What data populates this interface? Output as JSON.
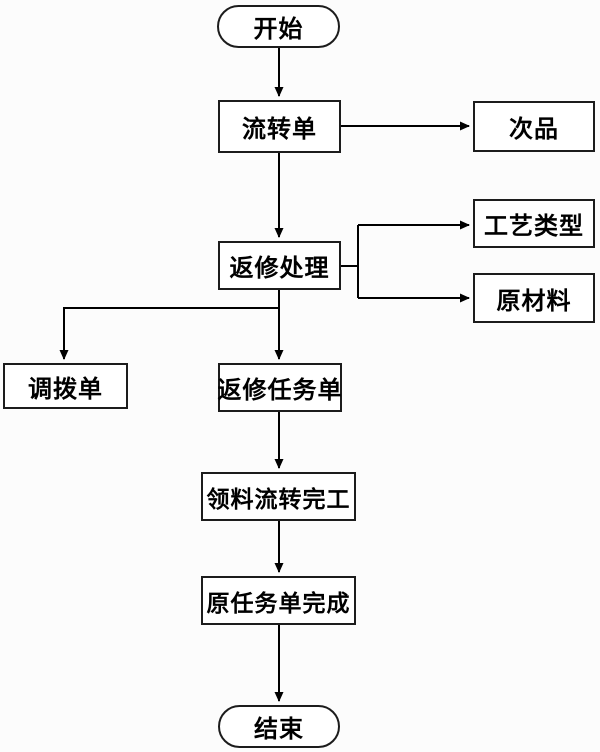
{
  "flowchart": {
    "background_color": "#fcfcfc",
    "node_fill_color": "#ffffff",
    "node_border_color": "#1c1c1c",
    "line_color": "#000000",
    "text_color": "#000000",
    "nodes": [
      {
        "id": "start",
        "label": "开始",
        "shape": "terminator"
      },
      {
        "id": "transfer-order",
        "label": "流转单",
        "shape": "process"
      },
      {
        "id": "defective-product",
        "label": "次品",
        "shape": "process"
      },
      {
        "id": "rework-processing",
        "label": "返修处理",
        "shape": "process"
      },
      {
        "id": "process-type",
        "label": "工艺类型",
        "shape": "process"
      },
      {
        "id": "raw-material",
        "label": "原材料",
        "shape": "process"
      },
      {
        "id": "allocation-order",
        "label": "调拨单",
        "shape": "process"
      },
      {
        "id": "rework-task-order",
        "label": "返修任务单",
        "shape": "process"
      },
      {
        "id": "material-transfer-completion",
        "label": "领料流转完工",
        "shape": "process"
      },
      {
        "id": "original-task-completed",
        "label": "原任务单完成",
        "shape": "process"
      },
      {
        "id": "end",
        "label": "结束",
        "shape": "terminator"
      }
    ],
    "edges": [
      {
        "from": "start",
        "to": "transfer-order"
      },
      {
        "from": "transfer-order",
        "to": "defective-product"
      },
      {
        "from": "transfer-order",
        "to": "rework-processing"
      },
      {
        "from": "rework-processing",
        "to": "process-type"
      },
      {
        "from": "rework-processing",
        "to": "raw-material"
      },
      {
        "from": "rework-processing",
        "to": "allocation-order"
      },
      {
        "from": "rework-processing",
        "to": "rework-task-order"
      },
      {
        "from": "rework-task-order",
        "to": "material-transfer-completion"
      },
      {
        "from": "material-transfer-completion",
        "to": "original-task-completed"
      },
      {
        "from": "original-task-completed",
        "to": "end"
      }
    ]
  }
}
